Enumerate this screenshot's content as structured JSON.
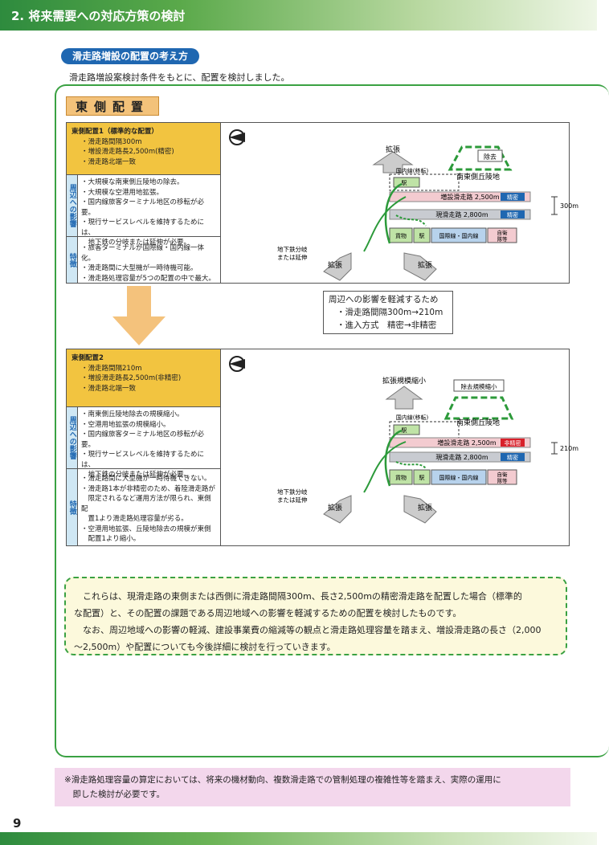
{
  "header": {
    "title": "2. 将来需要への対応方策の検討"
  },
  "section": {
    "pill": "滑走路増設の配置の考え方",
    "intro": "滑走路増設案検討条件をもとに、配置を検討しました。"
  },
  "east": {
    "title": "東側配置"
  },
  "panel1": {
    "heading": "東側配置1（標準的な配置）",
    "conds": [
      "・滑走路間隔300m",
      "・増設滑走路長2,500m(精密)",
      "・滑走路北端一致"
    ],
    "impact_label": "周辺への影響",
    "impacts": [
      "・大規模な南東側丘陵地の除去。",
      "・大規模な空港用地拡張。",
      "・国内線旅客ターミナル地区の移転が必要。",
      "・現行サービスレベルを維持するためには、",
      "　地下鉄の分岐または延伸が必要。"
    ],
    "feature_label": "特徴",
    "features": [
      "・旅客ターミナルが国際線・国内線一体化。",
      "・滑走路間に大型機が一時待機可能。",
      "・滑走路処理容量が5つの配置の中で最大。"
    ]
  },
  "diagram1": {
    "expand_top": "拡張",
    "remove": "除去",
    "hill": "南東側丘陵地",
    "domestic": "国内線(移転)",
    "station": "駅",
    "new_runway": "増設滑走路 2,500m",
    "precision": "精密",
    "spacing": "300m",
    "cur_runway": "現滑走路 2,800m",
    "cur_precision": "精密",
    "cargo": "貨物",
    "station2": "駅",
    "terminal": "国際線・国内線",
    "jsdf": "自衛\n隊等",
    "subway": "地下鉄分岐\nまたは延伸",
    "expand_l": "拡張",
    "expand_r": "拡張"
  },
  "summary": {
    "l1": "周辺への影響を軽減するため",
    "l2": "・滑走路間隔300m→210m",
    "l3": "・進入方式　精密→非精密"
  },
  "panel2": {
    "heading": "東側配置2",
    "conds": [
      "・滑走路間隔210m",
      "・増設滑走路長2,500m(非精密)",
      "・滑走路北端一致"
    ],
    "impact_label": "周辺への影響",
    "impacts": [
      "・南東側丘陵地除去の規模縮小。",
      "・空港用地拡張の規模縮小。",
      "・国内線旅客ターミナル地区の移転が必要。",
      "・現行サービスレベルを維持するためには、",
      "　地下鉄の分岐または延伸が必要。"
    ],
    "feature_label": "特徴",
    "features": [
      "・滑走路間に大型機が一時待機できない。",
      "・滑走路1本が非精密のため、着陸滑走路が",
      "　限定されるなど運用方法が限られ、東側配",
      "　置1より滑走路処理容量が劣る。",
      "・空港用地拡張、丘陵地除去の規模が東側",
      "　配置1より縮小。"
    ]
  },
  "diagram2": {
    "expand_top": "拡張規模縮小",
    "remove": "除去規模縮小",
    "hill": "南東側丘陵地",
    "domestic": "国内線(移転)",
    "station": "駅",
    "new_runway": "増設滑走路 2,500m",
    "precision": "非精密",
    "spacing": "210m",
    "cur_runway": "現滑走路 2,800m",
    "cur_precision": "精密",
    "cargo": "貨物",
    "station2": "駅",
    "terminal": "国際線・国内線",
    "jsdf": "自衛\n隊等",
    "subway": "地下鉄分岐\nまたは延伸",
    "expand_l": "拡張",
    "expand_r": "拡張"
  },
  "conclusion": {
    "l1": "　これらは、現滑走路の東側または西側に滑走路間隔300m、長さ2,500mの精密滑走路を配置した場合（標準的",
    "l2": "な配置）と、その配置の課題である周辺地域への影響を軽減するための配置を検討したものです。",
    "l3": "　なお、周辺地域への影響の軽減、建設事業費の縮減等の観点と滑走路処理容量を踏まえ、増設滑走路の長さ（2,000",
    "l4": "～2,500m）や配置についても今後詳細に検討を行っていきます。"
  },
  "note": {
    "l1": "※滑走路処理容量の算定においては、将来の機材動向、複数滑走路での管制処理の複雑性等を踏まえ、実際の運用に",
    "l2": "　即した検討が必要です。"
  },
  "page": {
    "number": "9"
  }
}
